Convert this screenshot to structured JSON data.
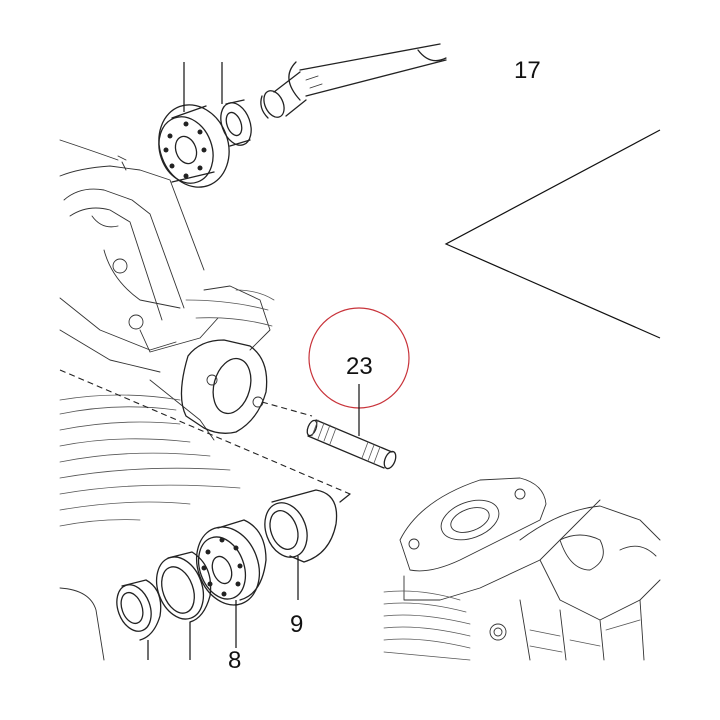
{
  "labels": {
    "part_17": "17",
    "part_23": "23",
    "part_9": "9",
    "part_8": "8"
  },
  "colors": {
    "line": "#222222",
    "callout_circle": "#c8333a",
    "background": "#ffffff"
  }
}
